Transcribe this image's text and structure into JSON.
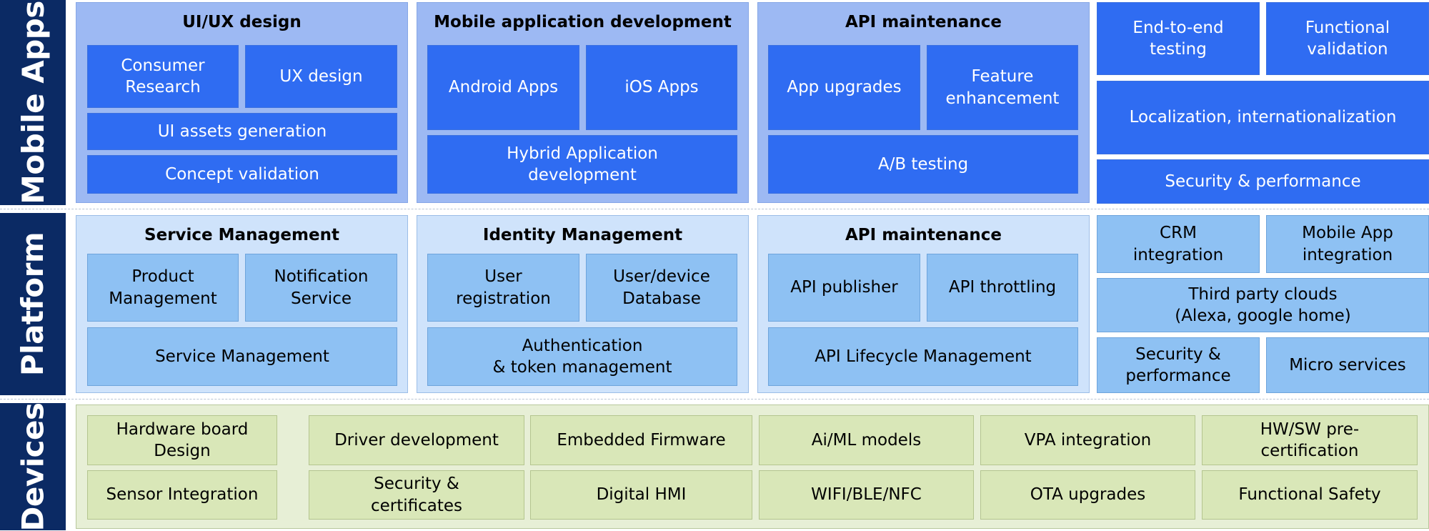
{
  "layers": {
    "mobile_apps": {
      "label": "Mobile Apps",
      "panels": {
        "ui_ux": {
          "title": "UI/UX design",
          "items": [
            "Consumer\nResearch",
            "UX design",
            "UI assets generation",
            "Concept validation"
          ]
        },
        "mobile_dev": {
          "title": "Mobile application development",
          "items": [
            "Android Apps",
            "iOS Apps",
            "Hybrid Application\ndevelopment"
          ]
        },
        "api_maint": {
          "title": "API maintenance",
          "items": [
            "App upgrades",
            "Feature\nenhancement",
            "A/B testing"
          ]
        }
      },
      "testing": [
        "End-to-end\ntesting",
        "Functional\nvalidation",
        "Localization, internationalization",
        "Security & performance"
      ]
    },
    "platform": {
      "label": "Platform",
      "panels": {
        "service_mgmt": {
          "title": "Service Management",
          "items": [
            "Product\nManagement",
            "Notification\nService",
            "Service Management"
          ]
        },
        "identity_mgmt": {
          "title": "Identity Management",
          "items": [
            "User\nregistration",
            "User/device\nDatabase",
            "Authentication\n& token management"
          ]
        },
        "api_maint": {
          "title": "API maintenance",
          "items": [
            "API publisher",
            "API throttling",
            "API Lifecycle Management"
          ]
        }
      },
      "integration": [
        "CRM\nintegration",
        "Mobile App\nintegration",
        "Third party clouds\n(Alexa, google home)",
        "Security &\nperformance",
        "Micro services"
      ]
    },
    "devices": {
      "label": "Devices",
      "row1": [
        "Hardware board\nDesign",
        "Driver development",
        "Embedded Firmware",
        "Ai/ML models",
        "VPA integration",
        "HW/SW pre-\ncertification"
      ],
      "row2": [
        "Sensor Integration",
        "Security &\ncertificates",
        "Digital HMI",
        "WIFI/BLE/NFC",
        "OTA upgrades",
        "Functional Safety"
      ]
    }
  },
  "colors": {
    "sidebar": "#0b2a64",
    "mobile_panel": "#9db9f3",
    "mobile_box": "#2f6cf2",
    "platform_panel": "#cfe3fb",
    "platform_box": "#8ec1f3",
    "devices_panel": "#e7efd6",
    "devices_box": "#d9e7b8"
  }
}
